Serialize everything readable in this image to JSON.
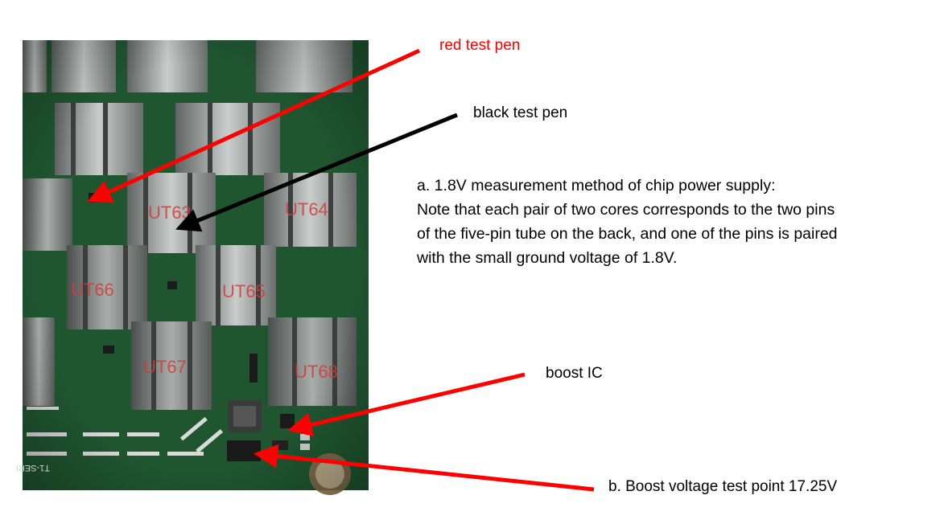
{
  "photo": {
    "board_silkscreen": "T1-SERI",
    "chip_labels": {
      "ut63": "UT63",
      "ut64": "UT64",
      "ut66": "UT66",
      "ut65": "UT65",
      "ut67": "UT67",
      "ut68": "UT68"
    }
  },
  "callouts": {
    "red_test_pen": "red test pen",
    "black_test_pen": "black test pen",
    "boost_ic": "boost IC",
    "boost_voltage": "b. Boost voltage test point 17.25V"
  },
  "note": {
    "line1": "a. 1.8V measurement method of chip power supply:",
    "line2": "Note that each pair of two cores corresponds to the two pins",
    "line3": "of the five-pin tube on the back, and one of the pins is paired",
    "line4": "with the small ground voltage of 1.8V."
  },
  "colors": {
    "board_green": "#1c4f2c",
    "heatsink": "#9a9e9c",
    "label_red": "#d63a3a",
    "arrow_red": "#ff0000",
    "arrow_black": "#000000"
  }
}
